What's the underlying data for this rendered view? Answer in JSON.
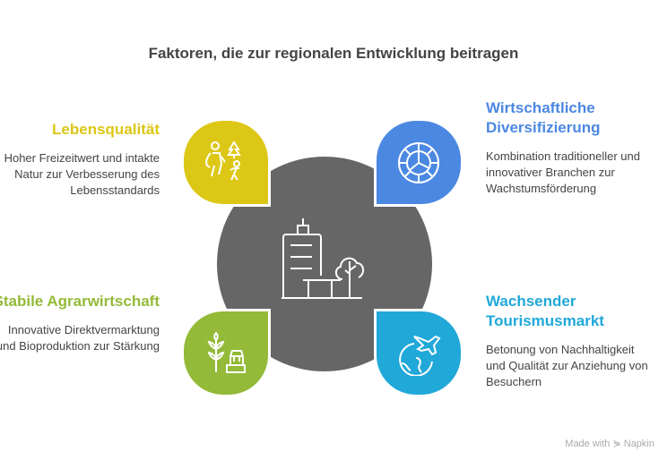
{
  "title": "Faktoren, die zur regionalen Entwicklung beitragen",
  "factors": [
    {
      "heading": "Lebensqualität",
      "text": "Hoher Freizeitwert und intakte Natur zur Verbesserung des Lebensstandards",
      "color": "#dcc716",
      "icon": "hiking-family-icon"
    },
    {
      "heading": "Wirtschaftliche Diversifizierung",
      "text": "Kombination traditioneller und innovativer Branchen zur Wachstumsförderung",
      "color": "#4b88e2",
      "icon": "pie-chart-icon"
    },
    {
      "heading": "Stabile Agrarwirtschaft",
      "text": "Innovative Direktvermarktung und Bioproduktion zur Stärkung",
      "color": "#93ba38",
      "icon": "wheat-market-icon"
    },
    {
      "heading": "Wachsender Tourismusmarkt",
      "text": "Betonung von Nachhaltigkeit und Qualität zur Anziehung von Besuchern",
      "color": "#20a8d9",
      "icon": "globe-plane-icon"
    }
  ],
  "footer": "Made with ⋟ Napkin"
}
